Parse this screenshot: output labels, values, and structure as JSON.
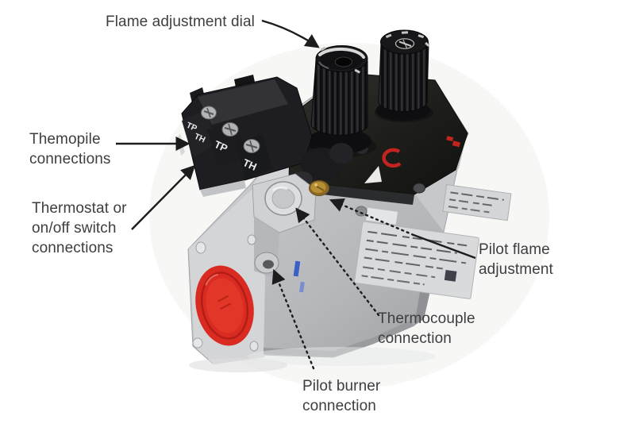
{
  "page": {
    "background": "#ffffff"
  },
  "annotations": {
    "flame_dial": {
      "text": "Flame adjustment dial"
    },
    "thermopile": {
      "line1": "Themopile",
      "line2": "connections"
    },
    "thermostat": {
      "line1": "Thermostat or",
      "line2": "on/off switch",
      "line3": "connections"
    },
    "pilot_flame": {
      "line1": "Pilot flame",
      "line2": "adjustment"
    },
    "thermocouple": {
      "line1": "Thermocouple",
      "line2": "connection"
    },
    "pilot_burner": {
      "line1": "Pilot burner",
      "line2": "connection"
    }
  },
  "valve": {
    "terminal_block_labels": {
      "small_1": "TP",
      "small_2": "TH",
      "large_1": "TP",
      "large_2": "TH"
    },
    "colors": {
      "body_metal": "#c6c8cb",
      "control_deck": "#20211e",
      "knob_black": "#151517",
      "inlet_cap_red": "#d92b21",
      "pilot_adjust_brass": "#b3882f",
      "marking_blue": "#3b5ec4",
      "marking_red": "#c32420",
      "label_text": "#3e3e40",
      "arrow": "#1c1c1c"
    }
  }
}
